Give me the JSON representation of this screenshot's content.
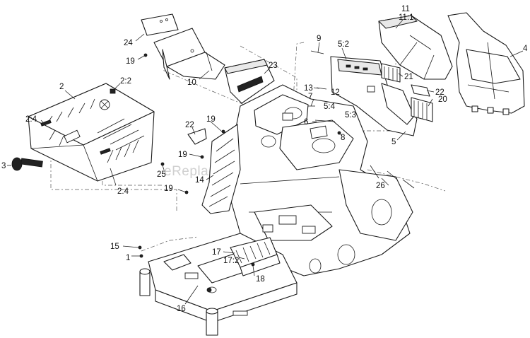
{
  "watermark": "eReplacementParts.com",
  "callouts": [
    {
      "id": "c24",
      "label": "24"
    },
    {
      "id": "c19a",
      "label": "19"
    },
    {
      "id": "c10",
      "label": "10"
    },
    {
      "id": "c23",
      "label": "23"
    },
    {
      "id": "c9",
      "label": "9"
    },
    {
      "id": "c52",
      "label": "5:2"
    },
    {
      "id": "c11",
      "label": "11"
    },
    {
      "id": "c111",
      "label": "11:1"
    },
    {
      "id": "c4",
      "label": "4"
    },
    {
      "id": "c2",
      "label": "2"
    },
    {
      "id": "c22a",
      "label": "2:2"
    },
    {
      "id": "c24b",
      "label": "2:4"
    },
    {
      "id": "c24c",
      "label": "2:4"
    },
    {
      "id": "c3",
      "label": "3"
    },
    {
      "id": "c13",
      "label": "13"
    },
    {
      "id": "c12",
      "label": "12"
    },
    {
      "id": "c21",
      "label": "21"
    },
    {
      "id": "c22b",
      "label": "22"
    },
    {
      "id": "c7",
      "label": "7"
    },
    {
      "id": "c54",
      "label": "5:4"
    },
    {
      "id": "c53",
      "label": "5:3"
    },
    {
      "id": "c20",
      "label": "20"
    },
    {
      "id": "c6",
      "label": "6"
    },
    {
      "id": "c8",
      "label": "8"
    },
    {
      "id": "c5",
      "label": "5"
    },
    {
      "id": "c22c",
      "label": "22"
    },
    {
      "id": "c19b",
      "label": "19"
    },
    {
      "id": "c19c",
      "label": "19"
    },
    {
      "id": "c25",
      "label": "25"
    },
    {
      "id": "c14",
      "label": "14"
    },
    {
      "id": "c19d",
      "label": "19"
    },
    {
      "id": "c26",
      "label": "26"
    },
    {
      "id": "c15",
      "label": "15"
    },
    {
      "id": "c1",
      "label": "1"
    },
    {
      "id": "c17",
      "label": "17"
    },
    {
      "id": "c172",
      "label": "17:2"
    },
    {
      "id": "c18",
      "label": "18"
    },
    {
      "id": "c16",
      "label": "16"
    }
  ]
}
